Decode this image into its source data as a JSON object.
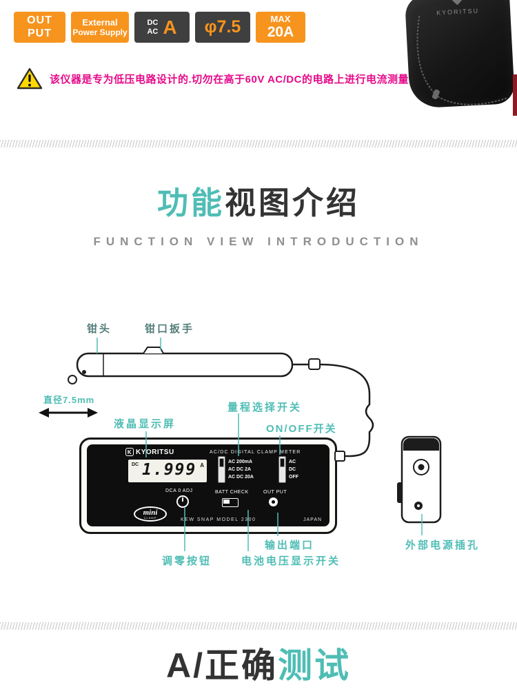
{
  "badges": {
    "output": {
      "line1": "OUT",
      "line2": "PUT"
    },
    "power_supply": {
      "line1": "External",
      "line2": "Power Supply"
    },
    "dc_ac": {
      "top": "DC",
      "bottom": "AC",
      "main": "A"
    },
    "diameter": {
      "main": "φ7.5"
    },
    "max_current": {
      "line1": "MAX",
      "line2": "20A"
    }
  },
  "case_photo": {
    "brand": "KYORITSU"
  },
  "warning": {
    "text": "该仪器是专为低压电路设计的.切勿在高于60V AC/DC的电路上进行电流测量"
  },
  "section_function": {
    "title_highlight": "功能",
    "title_rest": "视图介绍",
    "subtitle": "FUNCTION VIEW INTRODUCTION"
  },
  "diagram": {
    "labels": {
      "clamp_head": "钳头",
      "clamp_lever": "钳口扳手",
      "diameter": "直径7.5mm",
      "lcd": "液晶显示屏",
      "range_switch": "量程选择开关",
      "on_off": "ON/OFF开关",
      "output_port": "输出端口",
      "zero_button": "调零按钮",
      "battery_switch": "电池电压显示开关",
      "external_power": "外部电源插孔"
    },
    "meter": {
      "brand_icon": "K",
      "brand": "KYORITSU",
      "title": "AC/DC DIGITAL CLAMP METER",
      "lcd_mode": "DC",
      "lcd_value": "1.999",
      "lcd_unit": "A",
      "range_rows": [
        "AC 200mA",
        "AC DC 2A",
        "AC DC 20A"
      ],
      "mode_rows": [
        "AC",
        "DC",
        "OFF"
      ],
      "adj_label": "DCA 0 ADJ",
      "batt_label": "BATT CHECK",
      "output_label": "OUT PUT",
      "logo": "mini",
      "logo_sub": "CLAMP",
      "footer": "KEW SNAP MODEL 2300",
      "footer_right": "JAPAN"
    }
  },
  "section_test": {
    "title_dark": "A/正确",
    "title_highlight": "测试"
  },
  "colors": {
    "accent_teal": "#4fbdb5",
    "brand_orange": "#f7941e",
    "warning_pink": "#e60a8a",
    "label_dark": "#527d79",
    "title_dark": "#333333"
  }
}
